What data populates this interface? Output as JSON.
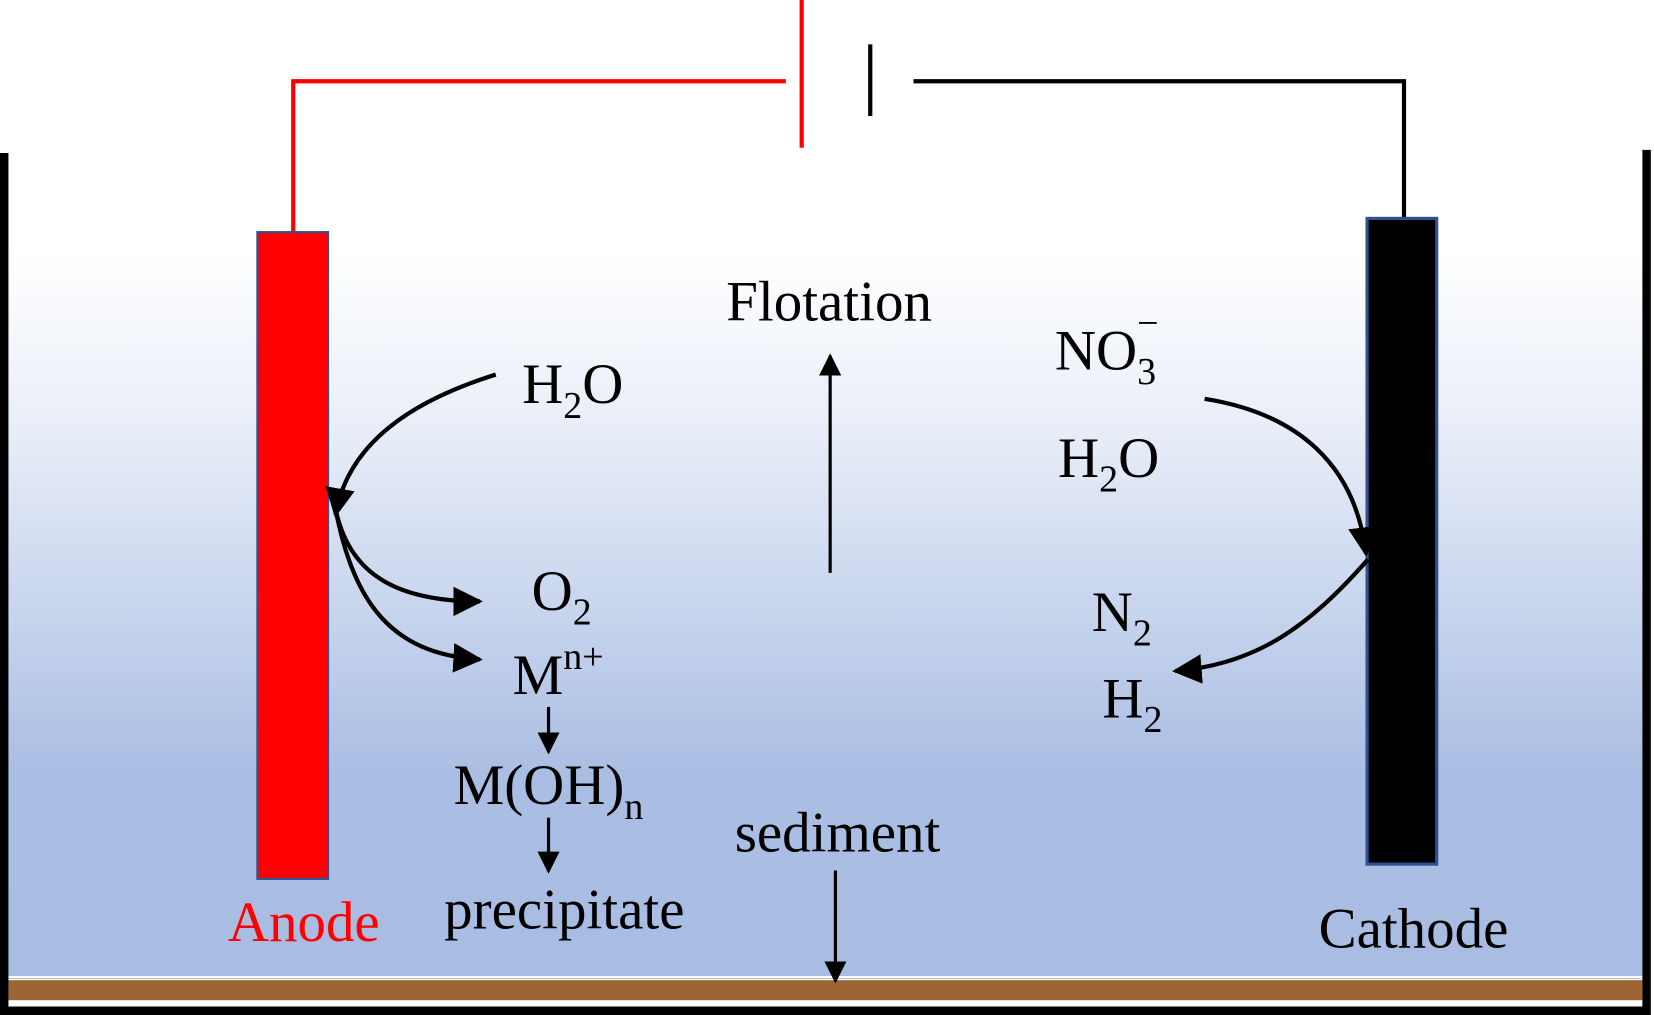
{
  "labels": {
    "anode": "Anode",
    "cathode": "Cathode",
    "flotation": "Flotation",
    "sediment": "sediment",
    "precipitate": "precipitate"
  },
  "anode_side": {
    "reactant": {
      "base": "H",
      "sub": "2",
      "tail": "O"
    },
    "product_gas": {
      "base": "O",
      "sub": "2"
    },
    "metal_ion": {
      "base": "M",
      "sup": "n+"
    },
    "hydroxide": {
      "base": "M(OH)",
      "sub": "n"
    }
  },
  "cathode_side": {
    "nitrate": {
      "base": "NO",
      "sub": "3",
      "sup": "−"
    },
    "water": {
      "base": "H",
      "sub": "2",
      "tail": "O"
    },
    "nitrogen": {
      "base": "N",
      "sub": "2"
    },
    "hydrogen": {
      "base": "H",
      "sub": "2"
    }
  },
  "colors": {
    "anode": "#ff0000",
    "cathode": "#000000",
    "electrode_border": "#2f528f",
    "water_top": "#ffffff",
    "water_bottom": "#a9bde3",
    "sediment": "#9b6633"
  }
}
